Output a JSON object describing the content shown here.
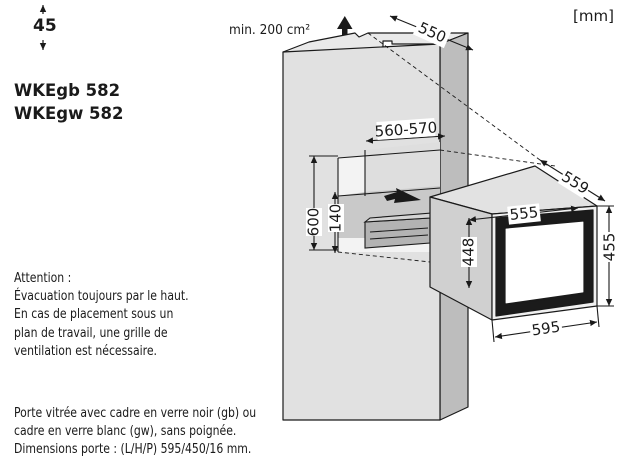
{
  "depth_marker": {
    "value": "45"
  },
  "unit": "[mm]",
  "models": [
    "WKEgb 582",
    "WKEgw 582"
  ],
  "ventilation_label": "min. 200 cm²",
  "attention": [
    "Attention :",
    "Évacuation toujours par le haut.",
    "En cas de placement sous un",
    "plan de travail, une grille de",
    "ventilation est nécessaire."
  ],
  "door_info": [
    "Porte vitrée avec cadre en verre noir (gb) ou",
    "cadre en verre blanc (gw), sans poignée.",
    "Dimensions porte : (L/H/P) 595/450/16 mm."
  ],
  "dimensions": {
    "cabinet_depth": "550",
    "niche_width": "560-570",
    "niche_height": "600",
    "niche_gap": "140",
    "appliance_depth": "559",
    "appliance_inner_width": "555",
    "appliance_inner_height": "448",
    "appliance_height": "455",
    "appliance_width": "595"
  }
}
